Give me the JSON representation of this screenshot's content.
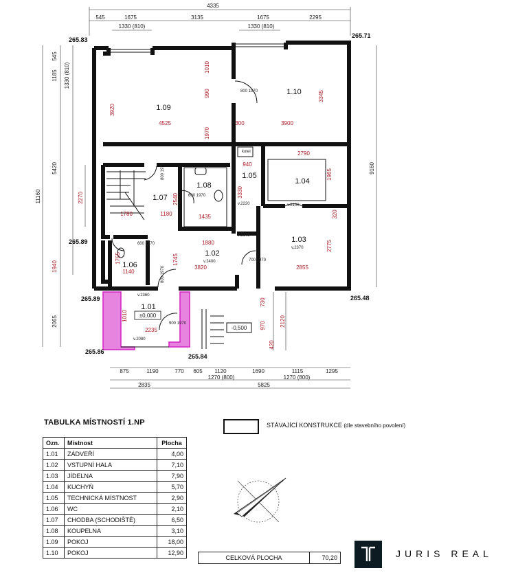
{
  "levels": {
    "top_left": "265.83",
    "top_right": "265.71",
    "mid_left": "265.89",
    "bottom_left": "265.89",
    "bottom_right": "265.48",
    "step_left": "265.86",
    "step_mid": "265.84",
    "entry": "-0,500"
  },
  "dims": {
    "top_total": "4335",
    "top_row": [
      "545",
      "1675",
      "3135",
      "1675",
      "2295"
    ],
    "top_windows": [
      "1330 (810)",
      "1330 (810)"
    ],
    "left_col": [
      "545",
      "1185",
      "1330 (810)",
      "3920",
      "5420",
      "2270",
      "11160",
      "1940",
      "2065"
    ],
    "right_total": "9160",
    "bottom_row": [
      "875",
      "1190",
      "770",
      "605",
      "1120",
      "1690",
      "1115",
      "1295"
    ],
    "bottom_windows": [
      "1270 (800)",
      "1270 (800)"
    ],
    "bottom_totals": [
      "2835",
      "5825"
    ],
    "interior": [
      "4525",
      "3900",
      "1010",
      "990",
      "1970",
      "300",
      "3345",
      "2790",
      "1965",
      "320",
      "2775",
      "2855",
      "940",
      "3330",
      "1180",
      "1435",
      "1780",
      "2540",
      "1880",
      "3820",
      "1745",
      "1765",
      "1140",
      "1010",
      "2235",
      "730",
      "970",
      "420",
      "2120"
    ],
    "doors": [
      "800 1970",
      "800 1970",
      "600 1970",
      "600 1970",
      "700 1970",
      "800 1970",
      "900 1970"
    ],
    "heights": [
      "v.2220",
      "v.2100",
      "v.2370",
      "v.2175",
      "v.2400",
      "v.2360",
      "v.2080"
    ],
    "boiler": "kotel"
  },
  "rooms": [
    {
      "id": "1.01",
      "sub": "±0,000"
    },
    {
      "id": "1.02"
    },
    {
      "id": "1.03"
    },
    {
      "id": "1.04"
    },
    {
      "id": "1.05"
    },
    {
      "id": "1.06"
    },
    {
      "id": "1.07"
    },
    {
      "id": "1.08"
    },
    {
      "id": "1.09"
    },
    {
      "id": "1.10"
    }
  ],
  "table": {
    "title": "TABULKA MÍSTNOSTÍ  1.NP",
    "headers": [
      "Ozn.",
      "Místnost",
      "Plocha"
    ],
    "rows": [
      [
        "1.01",
        "ZÁDVEŘÍ",
        "4,00"
      ],
      [
        "1.02",
        "VSTUPNÍ HALA",
        "7,10"
      ],
      [
        "1.03",
        "JÍDELNA",
        "7,90"
      ],
      [
        "1.04",
        "KUCHYŇ",
        "5,70"
      ],
      [
        "1.05",
        "TECHNICKÁ MÍSTNOST",
        "2,90"
      ],
      [
        "1.06",
        "WC",
        "2,10"
      ],
      [
        "1.07",
        "CHODBA (SCHODIŠTĚ)",
        "6,50"
      ],
      [
        "1.08",
        "KOUPELNA",
        "3,10"
      ],
      [
        "1.09",
        "POKOJ",
        "18,00"
      ],
      [
        "1.10",
        "POKOJ",
        "12,90"
      ]
    ]
  },
  "legend": {
    "label": "STÁVAJÍCÍ KONSTRUKCE",
    "note": "(dle stavebního povolení)"
  },
  "total": {
    "label": "CELKOVÁ PLOCHA",
    "value": "70,20"
  },
  "logo": {
    "text": "JURIS REAL"
  },
  "colors": {
    "walls": "#111111",
    "new_walls": "#d21fc4",
    "dim_red": "#b0202a"
  }
}
